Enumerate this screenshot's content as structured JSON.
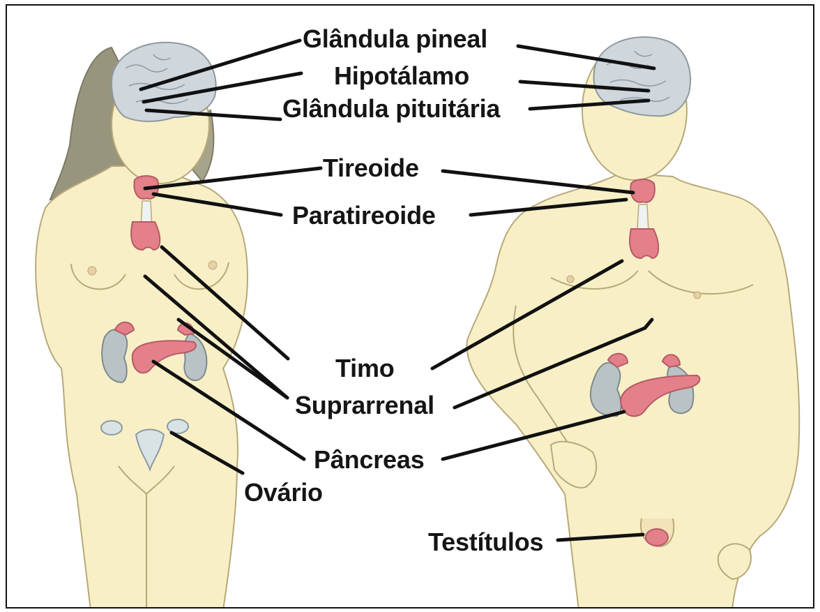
{
  "diagram": {
    "labels": {
      "pineal": "Glândula pineal",
      "hypothalamus": "Hipotálamo",
      "pituitary": "Glândula pituitária",
      "thyroid": "Tireoide",
      "parathyroid": "Paratireoide",
      "thymus": "Timo",
      "adrenal": "Suprarrenal",
      "pancreas": "Pâncreas",
      "ovary": "Ovário",
      "testicles": "Testítulos"
    },
    "colors": {
      "skin": "#f8efc6",
      "skin_outline": "#b8a878",
      "hair": "#98957e",
      "brain": "#cfd7dc",
      "gland": "#e4808a",
      "kidney": "#b9c3c6",
      "leader_line": "#111111"
    }
  }
}
